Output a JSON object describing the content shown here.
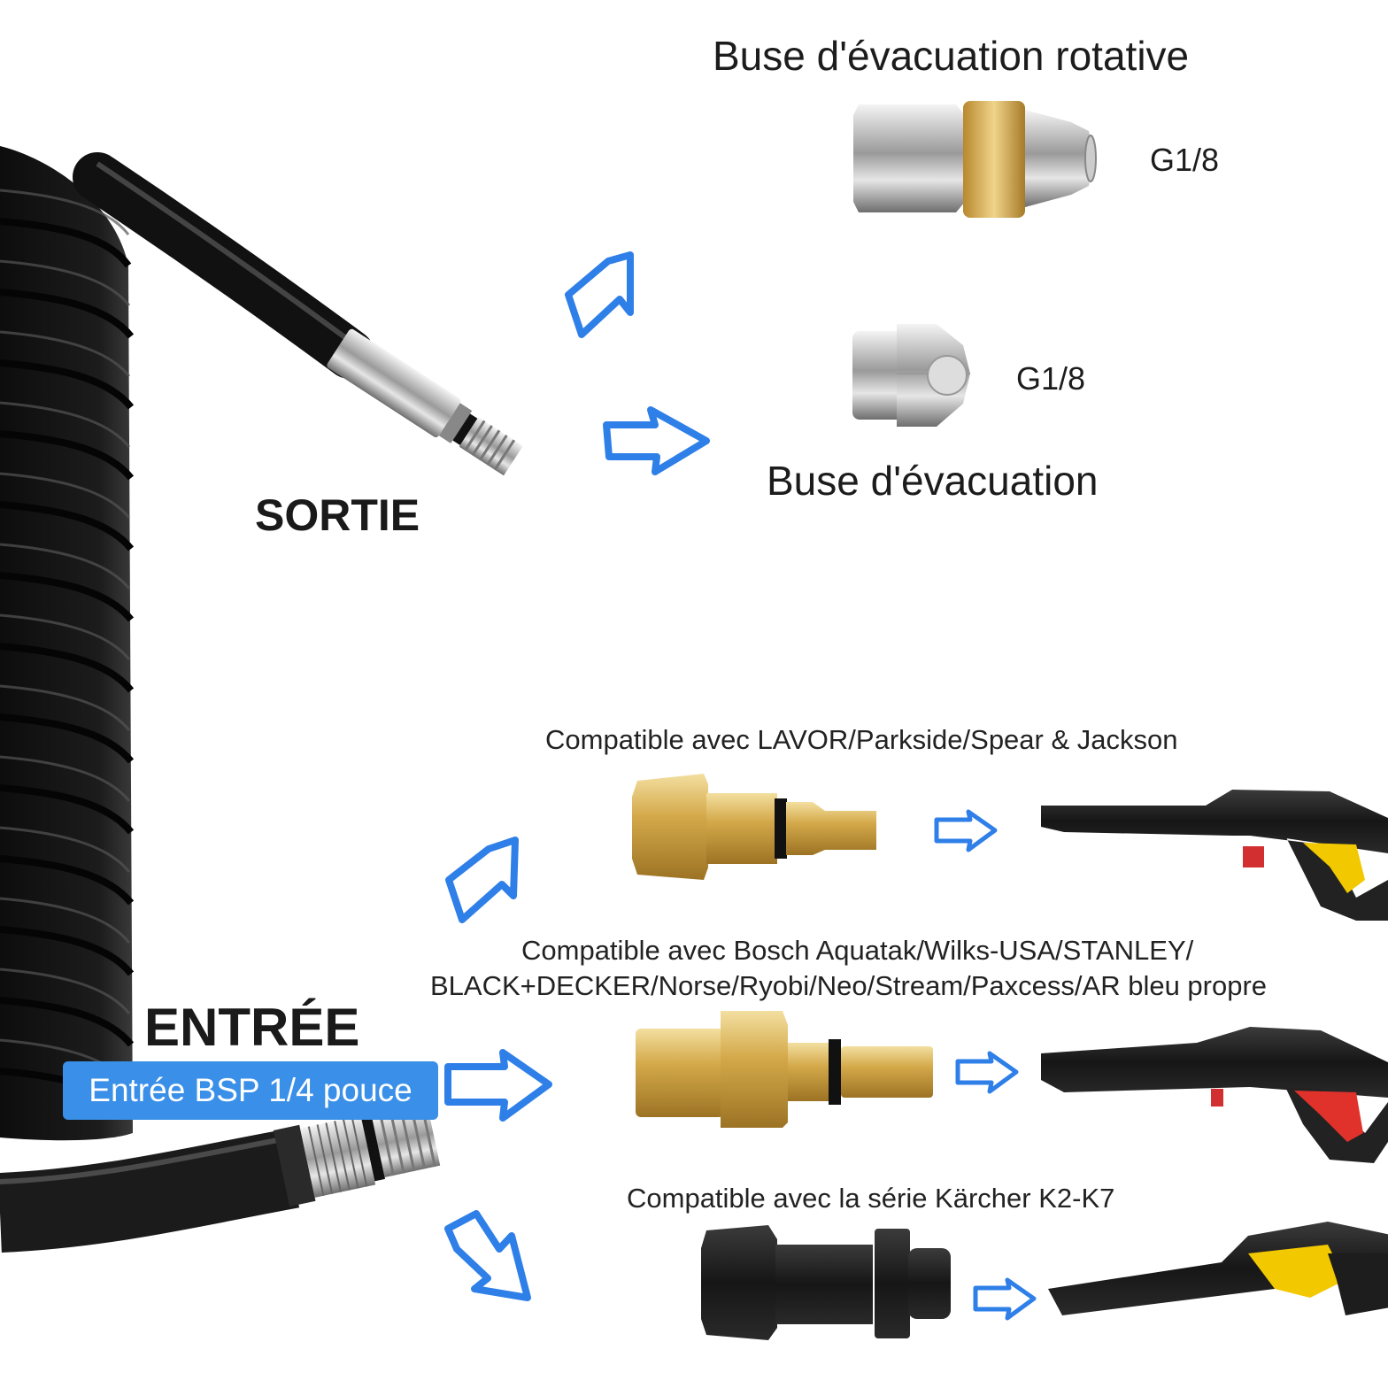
{
  "nozzles": {
    "rotary_title": "Buse d'évacuation rotative",
    "rotary_thread": "G1/8",
    "fixed_thread": "G1/8",
    "fixed_title": "Buse d'évacuation"
  },
  "hose": {
    "outlet_label": "SORTIE",
    "inlet_label": "ENTRÉE",
    "inlet_badge": "Entrée BSP 1/4 pouce"
  },
  "adapters": {
    "lavor": "Compatible avec LAVOR/Parkside/Spear & Jackson",
    "bosch_line1": "Compatible avec Bosch Aquatak/Wilks-USA/STANLEY/",
    "bosch_line2": "BLACK+DECKER/Norse/Ryobi/Neo/Stream/Paxcess/AR bleu propre",
    "karcher": "Compatible avec la série Kärcher K2-K7"
  },
  "colors": {
    "arrow_blue": "#2f7fe8",
    "badge_blue": "#3a8fe8",
    "brass": "#d4a94a"
  }
}
